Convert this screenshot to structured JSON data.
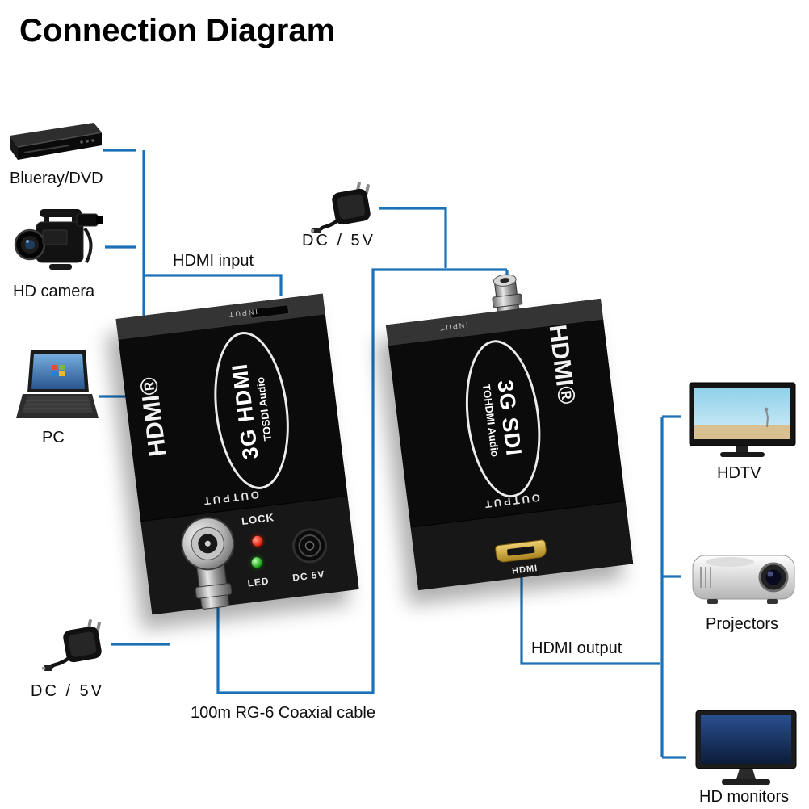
{
  "title": "Connection Diagram",
  "colors": {
    "line_blue": "#1b72b8"
  },
  "sources": [
    {
      "label": "Blueray/DVD"
    },
    {
      "label": "HD camera"
    },
    {
      "label": "PC"
    }
  ],
  "destinations": [
    {
      "label": "HDTV"
    },
    {
      "label": "Projectors"
    },
    {
      "label": "HD monitors"
    }
  ],
  "power": {
    "top_label": "DC / 5V",
    "bottom_label": "DC / 5V"
  },
  "connections": {
    "hdmi_input": "HDMI input",
    "hdmi_output": "HDMI output",
    "coax": "100m RG-6 Coaxial cable"
  },
  "converter_tx": {
    "brand": "HDMI®",
    "badge_line1": "3G HDMI",
    "badge_line2": "TOSDI Audio",
    "input_label": "INPUT",
    "output_label": "OUTPUT",
    "lock_label": "LOCK",
    "led_label": "LED",
    "dc_label": "DC 5V"
  },
  "converter_rx": {
    "brand": "HDMI®",
    "badge_line1": "3G SDI",
    "badge_line2": "TOHDMI Audio",
    "input_label": "INPUT",
    "output_label": "OUTPUT",
    "port_label": "HDMI"
  }
}
